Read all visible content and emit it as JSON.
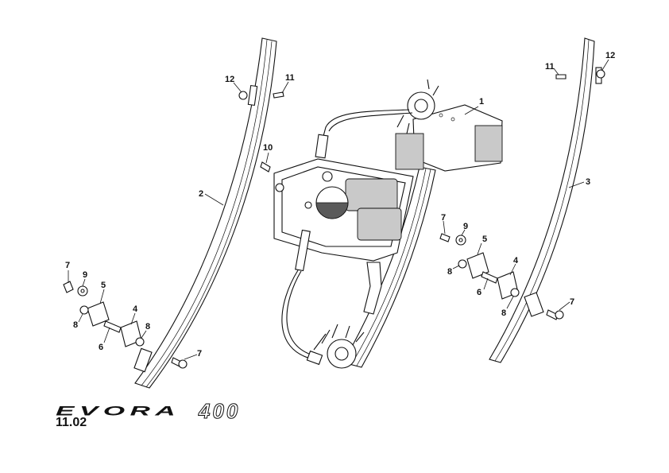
{
  "callouts": {
    "n1": "1",
    "n2": "2",
    "n3": "3",
    "n4a": "4",
    "n4b": "4",
    "n5a": "5",
    "n5b": "5",
    "n6a": "6",
    "n6b": "6",
    "n7a": "7",
    "n7b": "7",
    "n7c": "7",
    "n7d": "7",
    "n8a": "8",
    "n8b": "8",
    "n8c": "8",
    "n8d": "8",
    "n9a": "9",
    "n9b": "9",
    "n10": "10",
    "n11a": "11",
    "n11b": "11",
    "n12a": "12",
    "n12b": "12"
  },
  "brand": {
    "model": "EVORA",
    "variant": "400"
  },
  "page_ref": "11.02"
}
